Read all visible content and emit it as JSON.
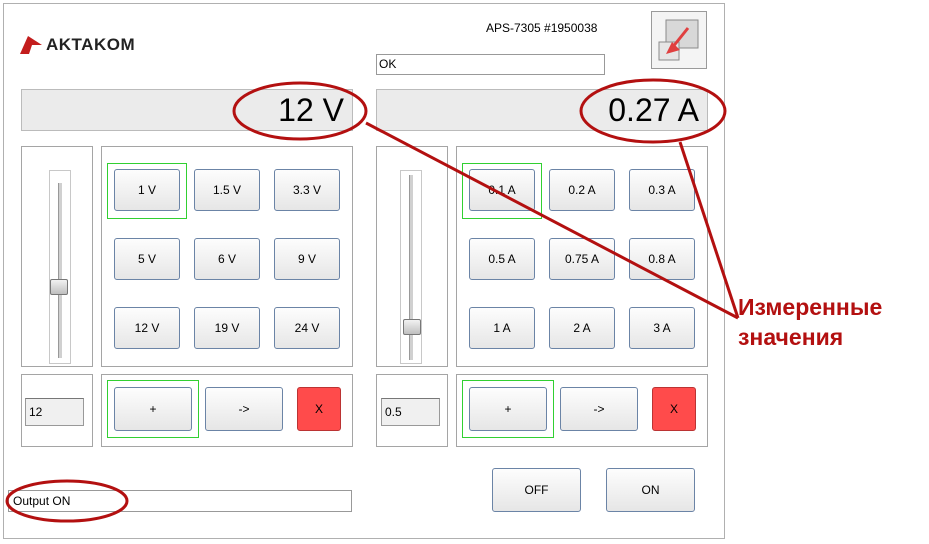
{
  "header": {
    "logo_text": "AKTAKOM",
    "device_id": "APS-7305 #1950038",
    "status": "OK"
  },
  "displays": {
    "voltage": "12 V",
    "current": "0.27 A"
  },
  "voltage_presets": [
    "1 V",
    "1.5 V",
    "3.3 V",
    "5 V",
    "6 V",
    "9 V",
    "12 V",
    "19 V",
    "24 V"
  ],
  "current_presets": [
    "0.1 A",
    "0.2 A",
    "0.3 A",
    "0.5 A",
    "0.75 A",
    "0.8 A",
    "1 A",
    "2 A",
    "3 A"
  ],
  "voltage_control": {
    "value": "12",
    "plus": "+",
    "apply": "->",
    "clear": "X"
  },
  "current_control": {
    "value": "0.5",
    "plus": "+",
    "apply": "->",
    "clear": "X"
  },
  "output": {
    "status": "Output ON",
    "off_label": "OFF",
    "on_label": "ON"
  },
  "annotation": {
    "line1": "Измеренные",
    "line2": "значения",
    "color": "#b31010"
  },
  "colors": {
    "clear_button": "#ff4b4b",
    "highlight": "#31d031",
    "display_bg": "#ebebeb"
  }
}
